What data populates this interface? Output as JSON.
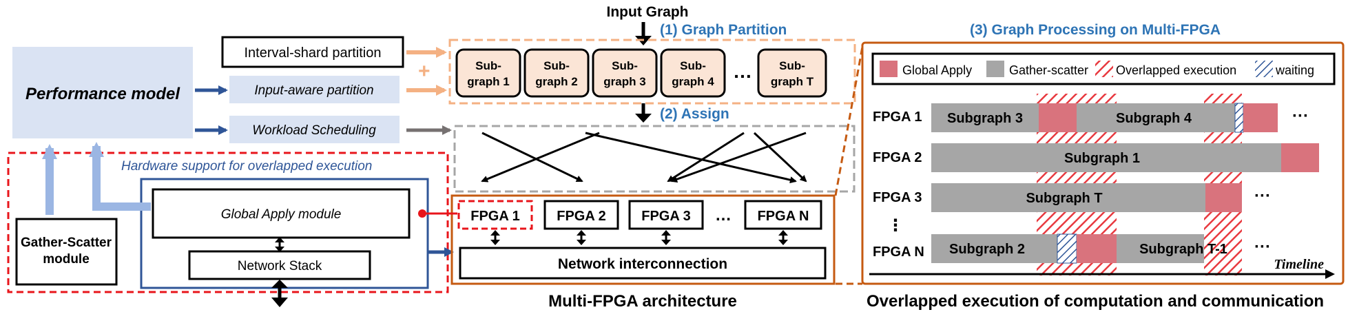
{
  "top": {
    "input_graph": "Input Graph",
    "step1": "(1) Graph Partition",
    "step2": "(2) Assign",
    "step3": "(3) Graph Processing on Multi-FPGA"
  },
  "left": {
    "performance_model": "Performance model",
    "interval_shard": "Interval-shard partition",
    "plus": "+",
    "input_aware": "Input-aware partition",
    "workload_scheduling": "Workload Scheduling",
    "hw_support": "Hardware support for overlapped execution",
    "global_apply_module": "Global Apply module",
    "network_stack": "Network  Stack",
    "gather_scatter_1": "Gather-Scatter",
    "gather_scatter_2": "module"
  },
  "subgraphs": [
    {
      "l1": "Sub-",
      "l2": "graph 1"
    },
    {
      "l1": "Sub-",
      "l2": "graph 2"
    },
    {
      "l1": "Sub-",
      "l2": "graph 3"
    },
    {
      "l1": "Sub-",
      "l2": "graph 4"
    },
    {
      "l1": "Sub-",
      "l2": "graph T"
    }
  ],
  "ellipsis": "…",
  "fpgas": [
    "FPGA 1",
    "FPGA 2",
    "FPGA 3",
    "FPGA N"
  ],
  "network_interconnection": "Network interconnection",
  "caption_arch": "Multi-FPGA architecture",
  "legend": {
    "global_apply": "Global Apply",
    "gather_scatter": "Gather-scatter",
    "overlapped": "Overlapped execution",
    "waiting": "waiting"
  },
  "colors": {
    "global_apply": "#d9737d",
    "gather_scatter": "#a6a6a6",
    "overlapped": "#e8393f",
    "waiting": "#2e5597",
    "accent_blue": "#2e74b5",
    "orange_dash": "#f4b183",
    "frame_brown": "#c55a11",
    "red_dash": "#e8151b"
  },
  "timeline": {
    "rows": [
      {
        "label": "FPGA 1",
        "bars": [
          "Subgraph 3",
          "Subgraph 4"
        ],
        "more": "···"
      },
      {
        "label": "FPGA 2",
        "bars": [
          "Subgraph 1"
        ],
        "more": ""
      },
      {
        "label": "FPGA 3",
        "bars": [
          "Subgraph T"
        ],
        "more": "···"
      },
      {
        "label": "FPGA N",
        "bars": [
          "Subgraph 2",
          "Subgraph T-1"
        ],
        "more": "···"
      }
    ],
    "vdots": "⋮",
    "axis_label": "Timeline"
  },
  "caption_overlap": "Overlapped execution of computation and communication"
}
